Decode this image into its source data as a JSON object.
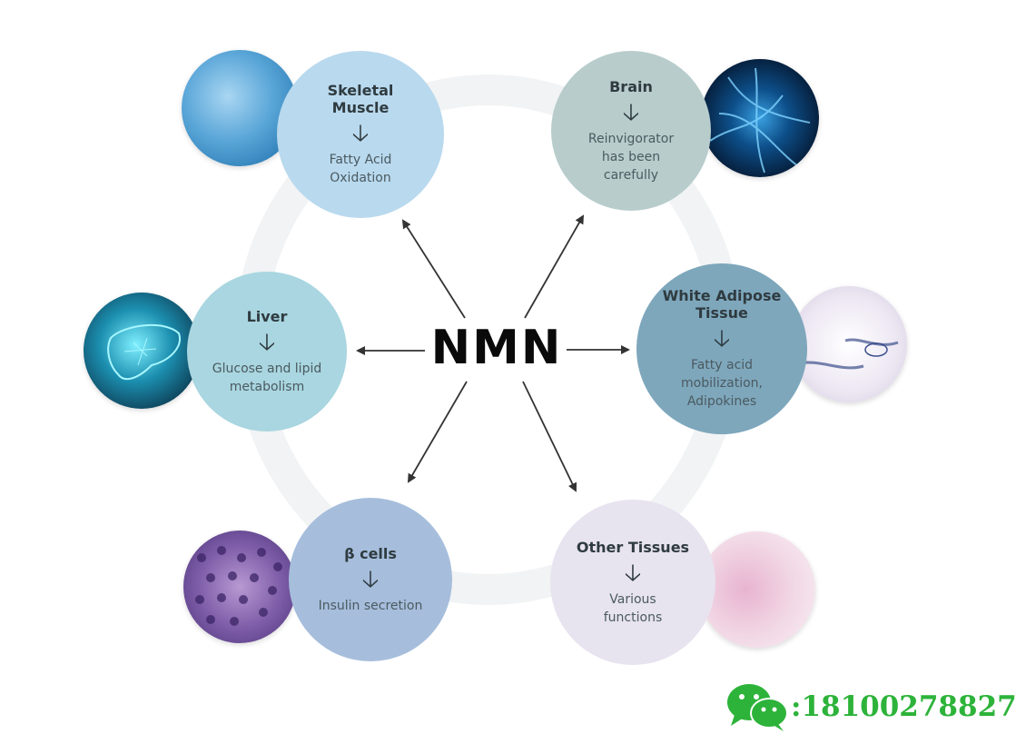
{
  "center_label": "NMN",
  "nodes": {
    "skeletal_muscle": {
      "title": "Skeletal\nMuscle",
      "arrow": "🡣",
      "desc": "Fatty Acid\nOxidation"
    },
    "brain": {
      "title": "Brain",
      "arrow": "🡣",
      "desc": "Reinvigorator\nhas been\ncarefully"
    },
    "liver": {
      "title": "Liver",
      "arrow": "🡣",
      "desc": "Glucose and lipid\nmetabolism"
    },
    "white_adipose": {
      "title": "White Adipose\nTissue",
      "arrow": "🡣",
      "desc": "Fatty acid\nmobilization,\nAdipokines"
    },
    "beta_cells": {
      "title": "β cells",
      "arrow": "🡣",
      "desc": "Insulin secretion"
    },
    "other_tissues": {
      "title": "Other Tissues",
      "arrow": "🡣",
      "desc": "Various\nfunctions"
    }
  },
  "contact": {
    "text": ":18100278827"
  },
  "colors": {
    "skeletal_muscle": "#b9d9ee",
    "brain": "#b8cccc",
    "liver": "#a9d6e0",
    "white_adipose": "#7ea7bc",
    "beta_cells": "#a6bedc",
    "other_tissues": "#e7e3ef",
    "wechat_green": "#2db33a"
  }
}
